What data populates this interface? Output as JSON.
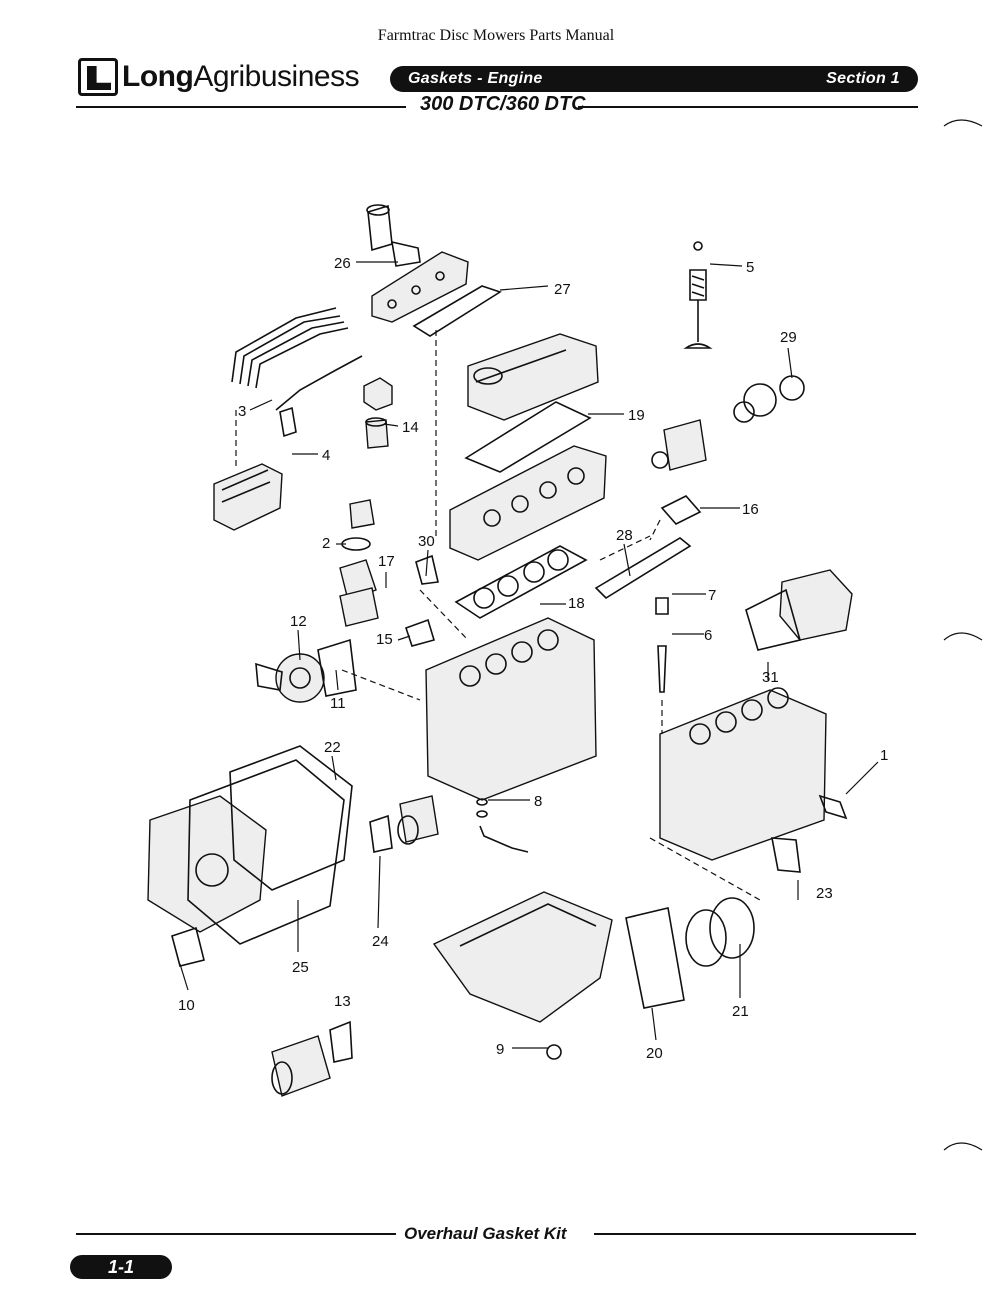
{
  "doc_title": "Farmtrac Disc Mowers Parts Manual",
  "brand": {
    "bold": "Long",
    "regular": "Agribusiness"
  },
  "header": {
    "section_name": "Gaskets - Engine",
    "section_label": "Section 1"
  },
  "model": "300 DTC/360 DTC",
  "footer_title": "Overhaul Gasket Kit",
  "page_number": "1-1",
  "callouts": [
    "26",
    "27",
    "5",
    "29",
    "3",
    "14",
    "19",
    "4",
    "16",
    "2",
    "30",
    "28",
    "17",
    "7",
    "18",
    "12",
    "15",
    "6",
    "31",
    "11",
    "22",
    "1",
    "8",
    "23",
    "24",
    "25",
    "10",
    "13",
    "21",
    "9",
    "20"
  ]
}
